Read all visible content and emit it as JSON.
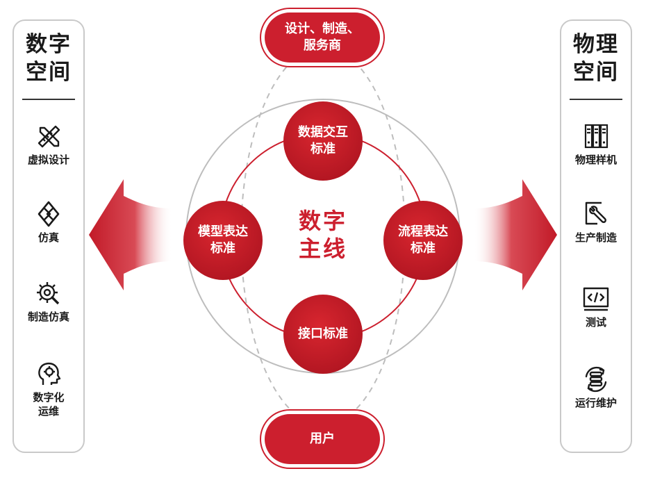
{
  "left_panel": {
    "title_lines": [
      "数字",
      "空间"
    ],
    "items": [
      {
        "label": "虚拟设计",
        "icon": "ruler-pencil-icon"
      },
      {
        "label": "仿真",
        "icon": "diamond-link-icon"
      },
      {
        "label": "制造仿真",
        "icon": "gear-wrench-icon"
      },
      {
        "label": "数字化\n运维",
        "icon": "head-gear-icon"
      }
    ]
  },
  "right_panel": {
    "title_lines": [
      "物理",
      "空间"
    ],
    "items": [
      {
        "label": "物理样机",
        "icon": "server-rack-icon"
      },
      {
        "label": "生产制造",
        "icon": "wrench-box-icon"
      },
      {
        "label": "测试",
        "icon": "code-tag-icon"
      },
      {
        "label": "运行维护",
        "icon": "database-cycle-icon"
      }
    ]
  },
  "pills": {
    "top": "设计、制造、\n服务商",
    "bottom": "用户"
  },
  "nodes": {
    "top": "数据交互\n标准",
    "left": "模型表达\n标准",
    "right": "流程表达\n标准",
    "bottom": "接口标准"
  },
  "center": {
    "line1": "数字",
    "line2": "主线"
  },
  "colors": {
    "accent": "#cc1f2e",
    "accent_dark": "#a8141f",
    "panel_border": "#c9c9c9",
    "outer_circle": "#bdbdbd"
  }
}
